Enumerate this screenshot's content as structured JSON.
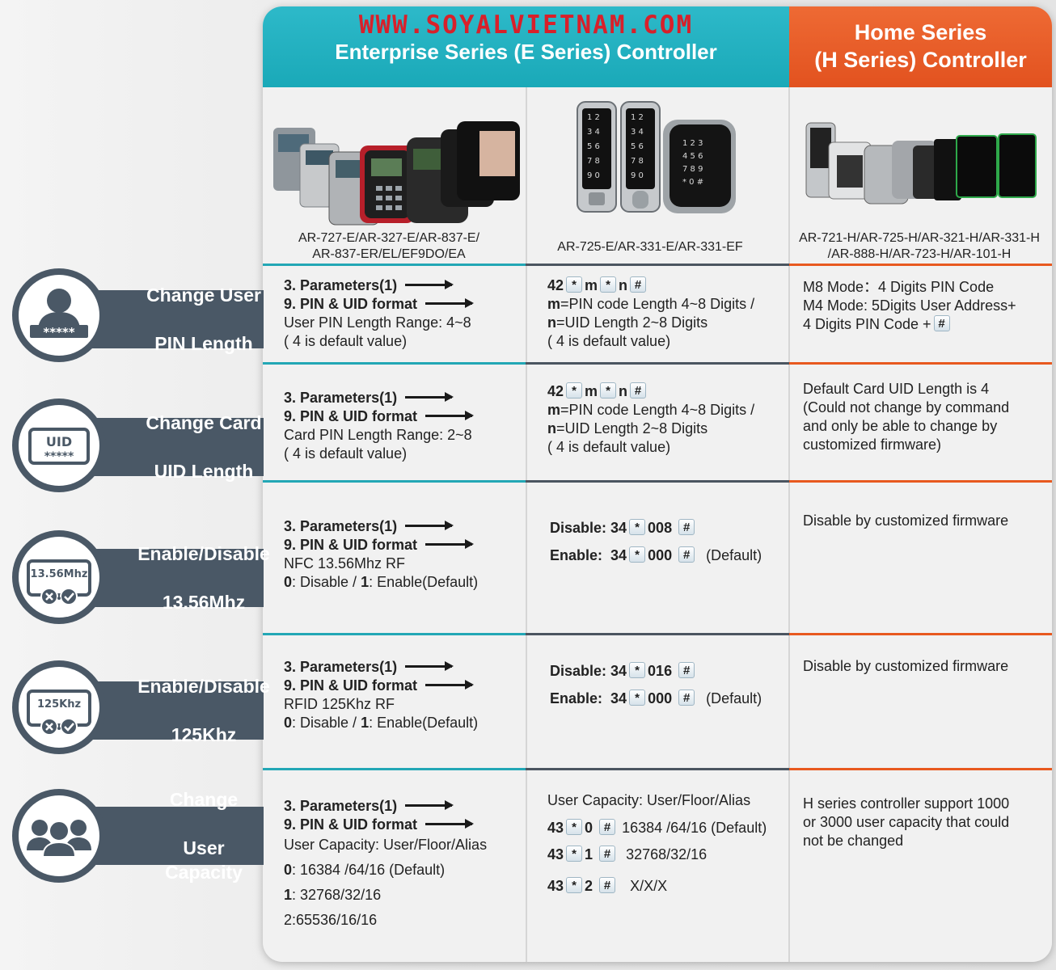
{
  "header": {
    "url": "WWW.SOYALVIETNAM.COM",
    "enterprise_title": "Enterprise Series (E Series) Controller",
    "home_title_line1": "Home Series",
    "home_title_line2": "(H Series) Controller"
  },
  "models": {
    "col1_line1": "AR-727-E/AR-327-E/AR-837-E/",
    "col1_line2": "AR-837-ER/EL/EF9DO/EA",
    "col2": "AR-725-E/AR-331-E/AR-331-EF",
    "col3_line1": "AR-721-H/AR-725-H/AR-321-H/AR-331-H",
    "col3_line2": "/AR-888-H/AR-723-H/AR-101-H"
  },
  "features": [
    {
      "line1": "Change User",
      "line2": "PIN Length",
      "icon": "user-pin-icon",
      "icon_text": "*****"
    },
    {
      "line1": "Change Card",
      "line2": "UID Length",
      "icon": "card-uid-icon",
      "icon_text_top": "UID",
      "icon_text_bottom": "*****"
    },
    {
      "line1": "Enable/Disable",
      "line2": "13.56Mhz",
      "icon": "nfc-toggle-icon",
      "icon_text": "13.56Mhz"
    },
    {
      "line1": "Enable/Disable",
      "line2": "125Khz",
      "icon": "rfid-toggle-icon",
      "icon_text": "125Khz"
    },
    {
      "line1": "Change",
      "line2": "User Capacity",
      "icon": "user-group-icon"
    }
  ],
  "common": {
    "param": "3. Parameters(1)",
    "pin_uid": "9. PIN & UID format",
    "star": "*",
    "hash": "#"
  },
  "row1": {
    "c1_l3": "User PIN Length Range: 4~8",
    "c1_l4": "( 4 is default value)",
    "c2_42": "42",
    "c2_m": "m",
    "c2_n": "n",
    "c2_l2a": "m",
    "c2_l2b": "=PIN code Length 4~8 Digits /",
    "c2_l3a": "n",
    "c2_l3b": "=UID Length 2~8 Digits",
    "c2_l4": "( 4 is default value)",
    "c3_l1": "M8 Mode：4 Digits PIN Code",
    "c3_l2": "M4 Mode: 5Digits User Address+",
    "c3_l3": "4 Digits PIN Code +"
  },
  "row2": {
    "c1_l3": "Card PIN Length Range: 2~8",
    "c1_l4": "( 4 is default value)",
    "c3_l1": "Default Card UID Length is 4",
    "c3_l2": "(Could not change by command",
    "c3_l3": "and only be able to change by",
    "c3_l4": "customized firmware)"
  },
  "row3": {
    "c1_l3": "NFC 13.56Mhz RF",
    "c1_l4a": "0",
    "c1_l4b": ": Disable / ",
    "c1_l4c": "1",
    "c1_l4d": ": Enable(Default)",
    "disable_label": "Disable: 34",
    "disable_code": "008",
    "enable_label": "Enable:",
    "enable_34": "34",
    "enable_code": "000",
    "default_note": "(Default)",
    "c3": "Disable by customized firmware"
  },
  "row4": {
    "c1_l3": "RFID 125Khz RF",
    "c1_l4a": "0",
    "c1_l4b": ": Disable / ",
    "c1_l4c": "1",
    "c1_l4d": ": Enable(Default)",
    "disable_label": "Disable: 34",
    "disable_code": "016",
    "enable_label": "Enable:",
    "enable_34": "34",
    "enable_code": "000",
    "default_note": "(Default)",
    "c3": "Disable by customized firmware"
  },
  "row5": {
    "c1_l3": "User Capacity: User/Floor/Alias",
    "c1_l4a": "0",
    "c1_l4b": ": 16384 /64/16 (Default)",
    "c1_l5a": "1",
    "c1_l5b": ": 32768/32/16",
    "c1_l6": "2:65536/16/16",
    "c2_l1": "User Capacity: User/Floor/Alias",
    "c2_43": "43",
    "c2_opt0": "0",
    "c2_val0": "16384 /64/16 (Default)",
    "c2_opt1": "1",
    "c2_val1": "32768/32/16",
    "c2_opt2": "2",
    "c2_val2": "X/X/X",
    "c3_l1": "H series controller support 1000",
    "c3_l2": "or 3000 user capacity that could",
    "c3_l3": "not be changed"
  },
  "colors": {
    "teal": "#23a7b5",
    "orange": "#e8591f",
    "slate": "#4a5866",
    "url_red": "#d8202a"
  }
}
